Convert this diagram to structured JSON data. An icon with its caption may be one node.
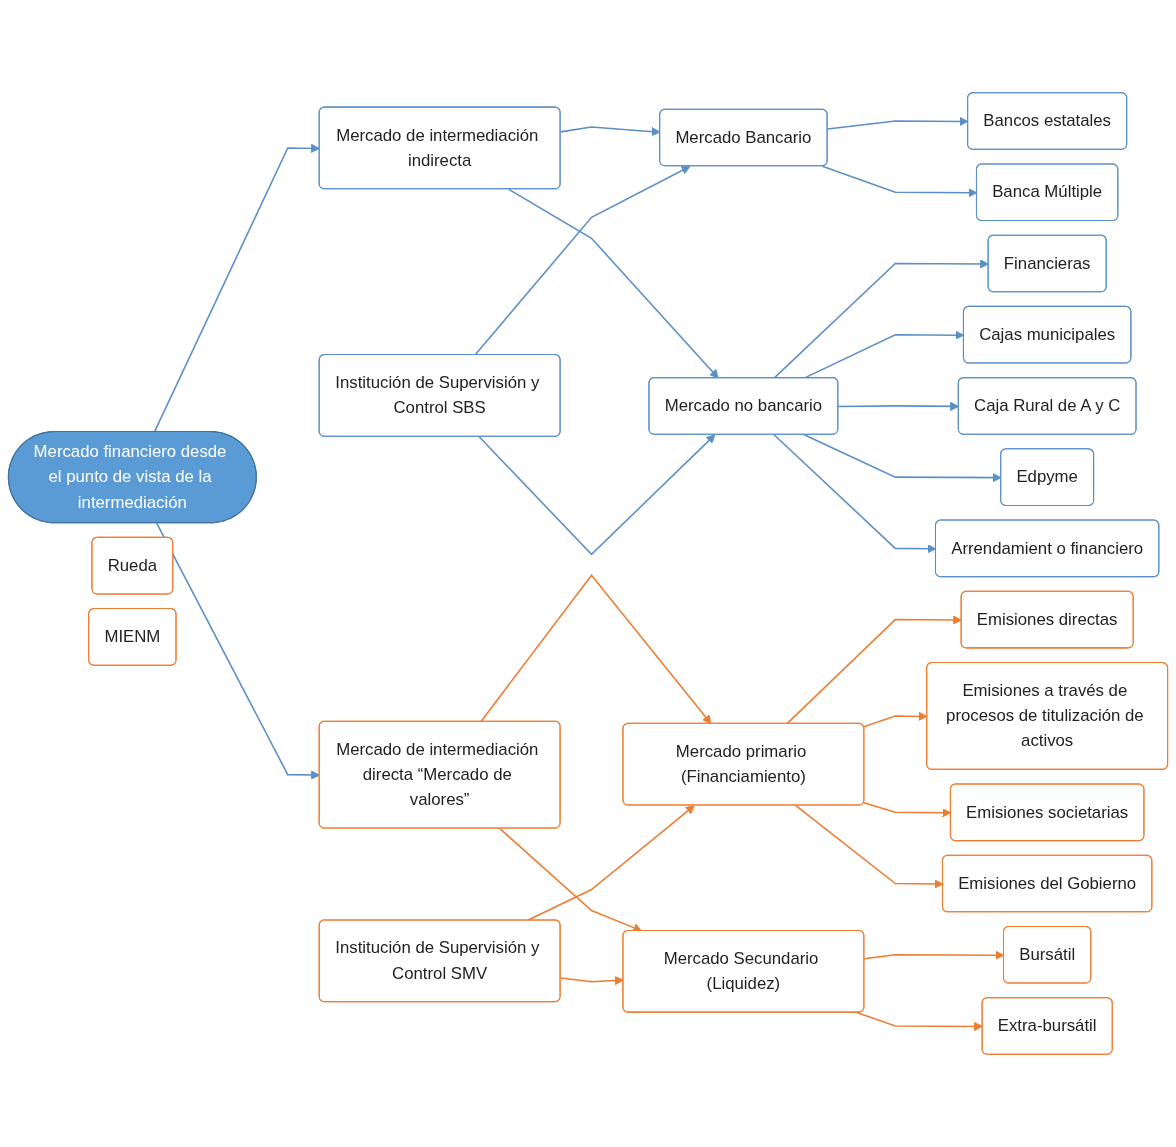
{
  "diagram": {
    "nodes": [
      {
        "text": [
          "Mercado financiero desde el punto de vista de la intermediación"
        ]
      },
      {
        "text": [
          "Mercado de intermediación indirecta"
        ]
      },
      {
        "text": [
          "Mercado de intermediación directa “Mercado de valores”"
        ]
      },
      {
        "text": [
          "Institución de Supervisión y Control SBS"
        ]
      },
      {
        "text": [
          "Mercado Bancario"
        ]
      },
      {
        "text": [
          "Mercado no bancario"
        ]
      },
      {
        "text": [
          "Bancos estatales"
        ]
      },
      {
        "text": [
          "Banca Múltiple"
        ]
      },
      {
        "text": [
          "Financieras"
        ]
      },
      {
        "text": [
          "Cajas municipales"
        ]
      },
      {
        "text": [
          "Caja Rural de A y C"
        ]
      },
      {
        "text": [
          "Edpyme"
        ]
      },
      {
        "text": [
          "Arrendamient o financiero"
        ]
      },
      {
        "text": [
          "Institución de Supervisión y Control SMV"
        ]
      },
      {
        "text": [
          "Mercado primario (Financiamiento)"
        ]
      },
      {
        "text": [
          "Mercado Secundario (Liquidez)"
        ]
      },
      {
        "text": [
          "Emisiones directas"
        ]
      },
      {
        "text": [
          "Emisiones a través de procesos de titulización de activos"
        ]
      },
      {
        "text": [
          "Emisiones societarias"
        ]
      },
      {
        "text": [
          "Emisiones del Gobierno"
        ]
      },
      {
        "text": [
          "Bursátil"
        ]
      },
      {
        "text": [
          "Extra-bursátil"
        ]
      },
      {
        "text": [
          "Rueda"
        ]
      },
      {
        "text": [
          "MIENM"
        ]
      }
    ],
    "edges": [
      {
        "from": 0,
        "to": 1,
        "arrow": "to"
      },
      {
        "from": 0,
        "to": 2,
        "arrow": "to"
      },
      {
        "from": 1,
        "to": 4,
        "arrow": "to"
      },
      {
        "from": 1,
        "to": 5,
        "arrow": "to"
      },
      {
        "from": 3,
        "to": 4,
        "arrow": "to"
      },
      {
        "from": 3,
        "to": 5,
        "arrow": "to"
      },
      {
        "from": 4,
        "to": 6,
        "arrow": "to"
      },
      {
        "from": 4,
        "to": 7,
        "arrow": "to"
      },
      {
        "from": 5,
        "to": 8,
        "arrow": "to"
      },
      {
        "from": 5,
        "to": 9,
        "arrow": "to"
      },
      {
        "from": 5,
        "to": 10,
        "arrow": "to"
      },
      {
        "from": 5,
        "to": 11,
        "arrow": "to"
      },
      {
        "from": 5,
        "to": 12,
        "arrow": "to"
      },
      {
        "from": 2,
        "to": 14,
        "arrow": "to",
        "color": "#ed7d31"
      },
      {
        "from": 2,
        "to": 15,
        "arrow": "to",
        "color": "#ed7d31"
      },
      {
        "from": 13,
        "to": 14,
        "arrow": "to",
        "color": "#ed7d31"
      },
      {
        "from": 13,
        "to": 15,
        "arrow": "to",
        "color": "#ed7d31"
      },
      {
        "from": 14,
        "to": 16,
        "arrow": "to",
        "color": "#ed7d31"
      },
      {
        "from": 14,
        "to": 17,
        "arrow": "to",
        "color": "#ed7d31"
      },
      {
        "from": 14,
        "to": 18,
        "arrow": "to",
        "color": "#ed7d31"
      },
      {
        "from": 14,
        "to": 19,
        "arrow": "to",
        "color": "#ed7d31"
      },
      {
        "from": 15,
        "to": 20,
        "arrow": "to",
        "color": "#ed7d31"
      },
      {
        "from": 15,
        "to": 21,
        "arrow": "to",
        "color": "#ed7d31"
      }
    ]
  }
}
